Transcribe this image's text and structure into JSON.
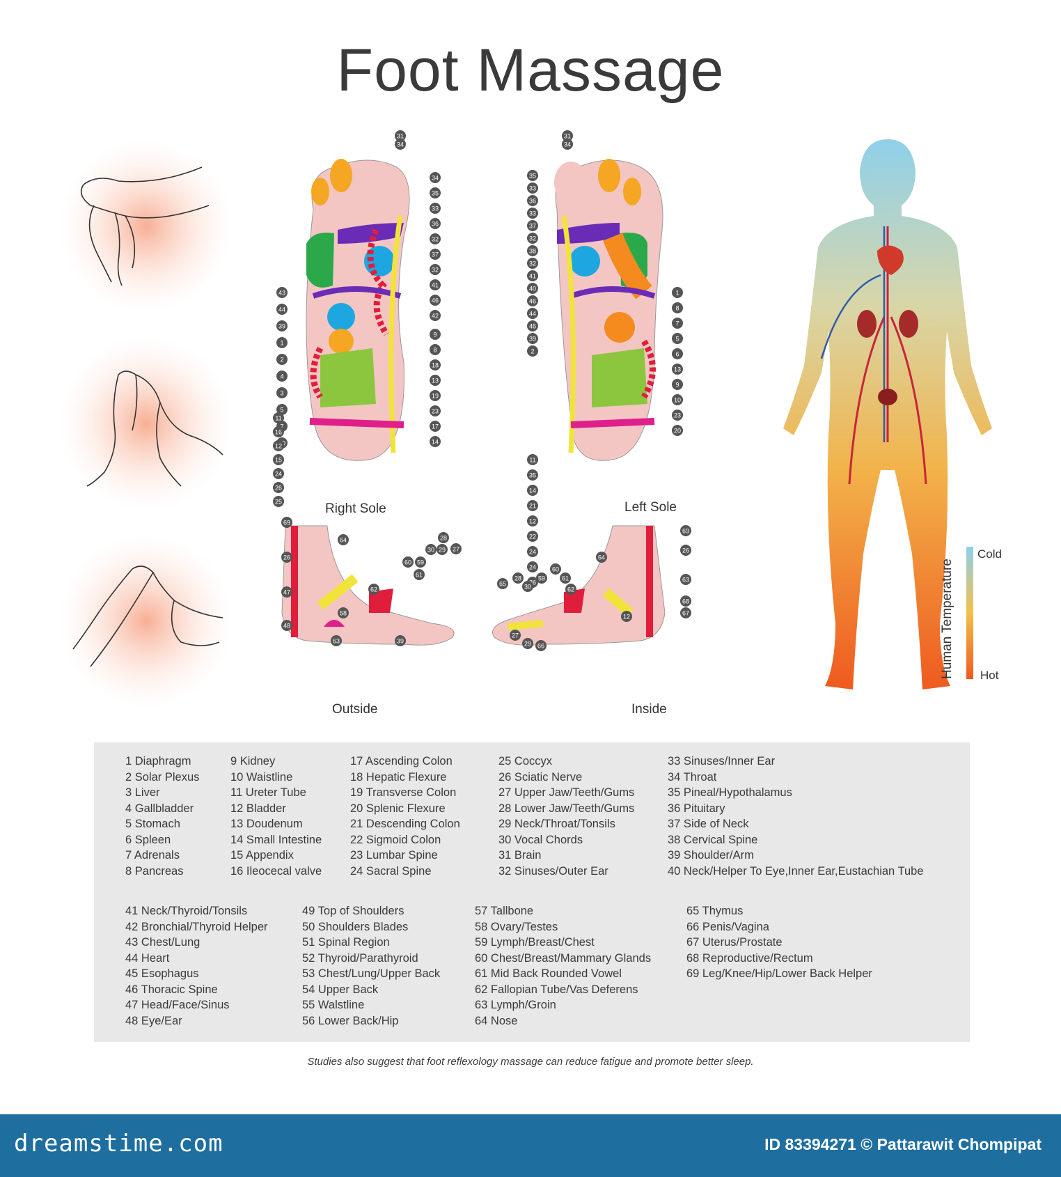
{
  "title": "Foot Massage",
  "captions": {
    "right_sole": "Right Sole",
    "left_sole": "Left Sole",
    "outside": "Outside",
    "inside": "Inside"
  },
  "temperature": {
    "label": "Human Temperature",
    "cold": "Cold",
    "hot": "Hot"
  },
  "legend_top": [
    [
      "1  Diaphragm",
      "2  Solar Plexus",
      "3  Liver",
      "4  Gallbladder",
      "5  Stomach",
      "6  Spleen",
      "7  Adrenals",
      "8  Pancreas"
    ],
    [
      "9  Kidney",
      "10 Waistline",
      "11 Ureter Tube",
      "12 Bladder",
      "13 Doudenum",
      "14 Small Intestine",
      "15 Appendix",
      "16 Ileocecal valve"
    ],
    [
      "17  Ascending Colon",
      "18  Hepatic Flexure",
      "19  Transverse Colon",
      "20  Splenic Flexure",
      "21  Descending Colon",
      "22  Sigmoid Colon",
      "23  Lumbar Spine",
      "24  Sacral Spine"
    ],
    [
      "25  Coccyx",
      "26  Sciatic Nerve",
      "27  Upper Jaw/Teeth/Gums",
      "28  Lower Jaw/Teeth/Gums",
      "29  Neck/Throat/Tonsils",
      "30  Vocal Chords",
      "31  Brain",
      "32  Sinuses/Outer Ear"
    ],
    [
      "33  Sinuses/Inner Ear",
      "34  Throat",
      "35  Pineal/Hypothalamus",
      "36  Pituitary",
      "37  Side of Neck",
      "38  Cervical Spine",
      "39  Shoulder/Arm",
      "40  Neck/Helper To Eye,Inner Ear,Eustachian Tube"
    ]
  ],
  "legend_bottom": [
    [
      "41  Neck/Thyroid/Tonsils",
      "42  Bronchial/Thyroid Helper",
      "43  Chest/Lung",
      "44  Heart",
      "45  Esophagus",
      "46  Thoracic Spine",
      "47  Head/Face/Sinus",
      "48  Eye/Ear"
    ],
    [
      "49  Top of Shoulders",
      "50  Shoulders Blades",
      "51  Spinal Region",
      "52  Thyroid/Parathyroid",
      "53  Chest/Lung/Upper Back",
      "54  Upper Back",
      "55  Walstline",
      "56  Lower Back/Hip"
    ],
    [
      "57  Tallbone",
      "58  Ovary/Testes",
      "59  Lymph/Breast/Chest",
      "60  Chest/Breast/Mammary Glands",
      "61  Mid Back Rounded Vowel",
      "62  Fallopian Tube/Vas Deferens",
      "63  Lymph/Groin",
      "64  Nose"
    ],
    [
      "65  Thymus",
      "66  Penis/Vagina",
      "67  Uterus/Prostate",
      "68  Reproductive/Rectum",
      "69  Leg/Knee/Hip/Lower Back Helper"
    ]
  ],
  "note": "Studies also suggest that foot reflexology massage can reduce fatigue and promote better sleep.",
  "footer": {
    "brand": "dreamstime.com",
    "id_text": "ID 83394271 © Pattarawit Chompipat"
  },
  "colors": {
    "footer_bg": "#1e6ea0",
    "legend_bg": "#e8e8e8",
    "sole_pink": "#f3c6c3"
  },
  "sole_markers": {
    "right": [
      "31",
      "34",
      "34",
      "35",
      "33",
      "36",
      "32",
      "37",
      "32",
      "41",
      "46",
      "42",
      "43",
      "44",
      "39",
      "1",
      "2",
      "4",
      "3",
      "5",
      "7",
      "10",
      "9",
      "8",
      "18",
      "13",
      "19",
      "23",
      "17",
      "14",
      "11",
      "16",
      "12",
      "15",
      "24",
      "26",
      "25"
    ],
    "left": [
      "31",
      "34",
      "35",
      "33",
      "36",
      "33",
      "37",
      "32",
      "38",
      "32",
      "41",
      "40",
      "46",
      "44",
      "45",
      "39",
      "2",
      "1",
      "8",
      "7",
      "5",
      "6",
      "13",
      "9",
      "10",
      "23",
      "20",
      "11",
      "35",
      "14",
      "21",
      "12",
      "22",
      "24",
      "24",
      "26"
    ],
    "outside": [
      "69",
      "64",
      "26",
      "28",
      "27",
      "60",
      "59",
      "30",
      "29",
      "61",
      "47",
      "62",
      "48",
      "58",
      "63",
      "39"
    ],
    "inside": [
      "69",
      "26",
      "64",
      "63",
      "65",
      "28",
      "59",
      "60",
      "61",
      "30",
      "62",
      "68",
      "67",
      "12",
      "27",
      "29",
      "66"
    ]
  }
}
